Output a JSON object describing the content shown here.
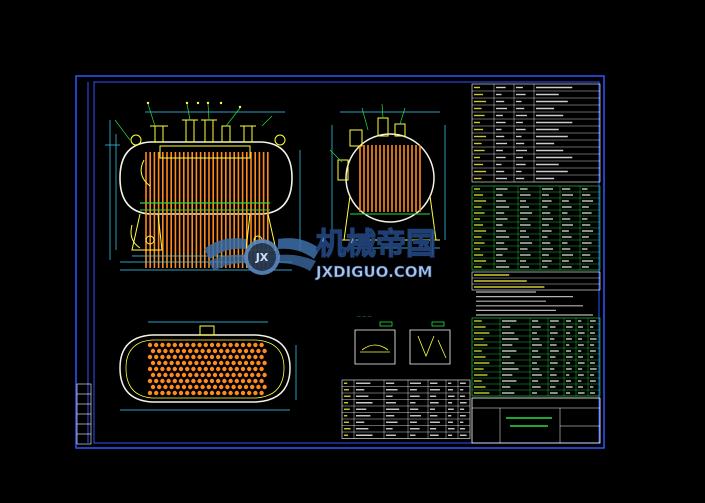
{
  "watermark": {
    "brand_cn": "机械帝国",
    "brand_en": "JXDIGUO.COM",
    "emblem": "JX"
  },
  "colors": {
    "background": "#000000",
    "frame": "#2f55ff",
    "drawing": "#ffff3c",
    "vessel_outline": "#f2f2e6",
    "tubes": "#ff8a1e",
    "table_lines": "#ffffff",
    "table_green": "#22e040",
    "dimension": "#38d8ff",
    "watermark_blue": "#3d6fa8"
  }
}
